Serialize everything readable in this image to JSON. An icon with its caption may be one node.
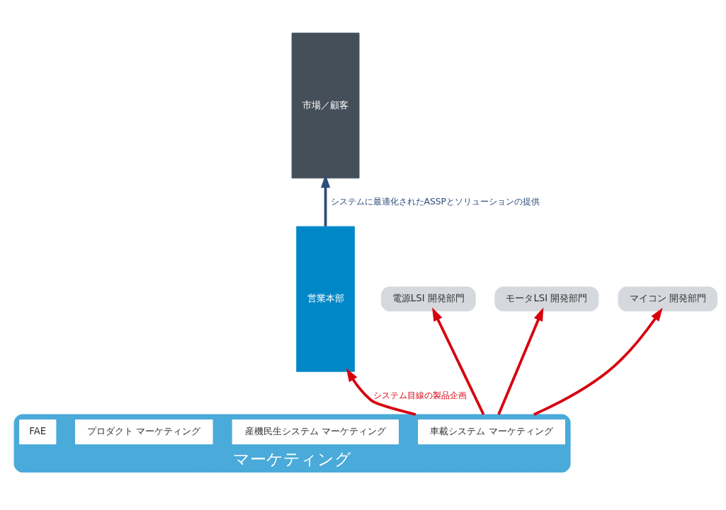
{
  "diagram": {
    "nodes": [
      {
        "text": [
          "営業本部"
        ]
      },
      {
        "text": [
          "市場／顧客"
        ]
      },
      {
        "text": [
          "電源LSI 開発部門"
        ]
      },
      {
        "text": [
          "モータLSI 開発部門"
        ]
      },
      {
        "text": [
          "マイコン 開発部門"
        ]
      },
      {
        "text": [
          "マーケティング"
        ]
      },
      {
        "text": [
          "車載システム マーケティング"
        ],
        "in": 5
      },
      {
        "text": [
          "産機民生システム マーケティング"
        ],
        "in": 5
      },
      {
        "text": [
          "プロダクト マーケティング"
        ],
        "in": 5
      },
      {
        "text": [
          "FAE"
        ],
        "in": 5
      }
    ],
    "edges": [
      {
        "from": 0,
        "to": 1,
        "arrow": "to",
        "label": "システムに最適化されたASSPとソリューションの提供",
        "color": "#2e4d7b"
      },
      {
        "from": 5,
        "to": 0,
        "arrow": "to",
        "label": "システム目線の製品企画",
        "color": "#d7000f"
      },
      {
        "from": 5,
        "to": 2,
        "arrow": "to",
        "color": "#d7000f"
      },
      {
        "from": 5,
        "to": 3,
        "arrow": "to",
        "color": "#d7000f"
      },
      {
        "from": 5,
        "to": 4,
        "arrow": "to",
        "color": "#d7000f"
      }
    ]
  }
}
